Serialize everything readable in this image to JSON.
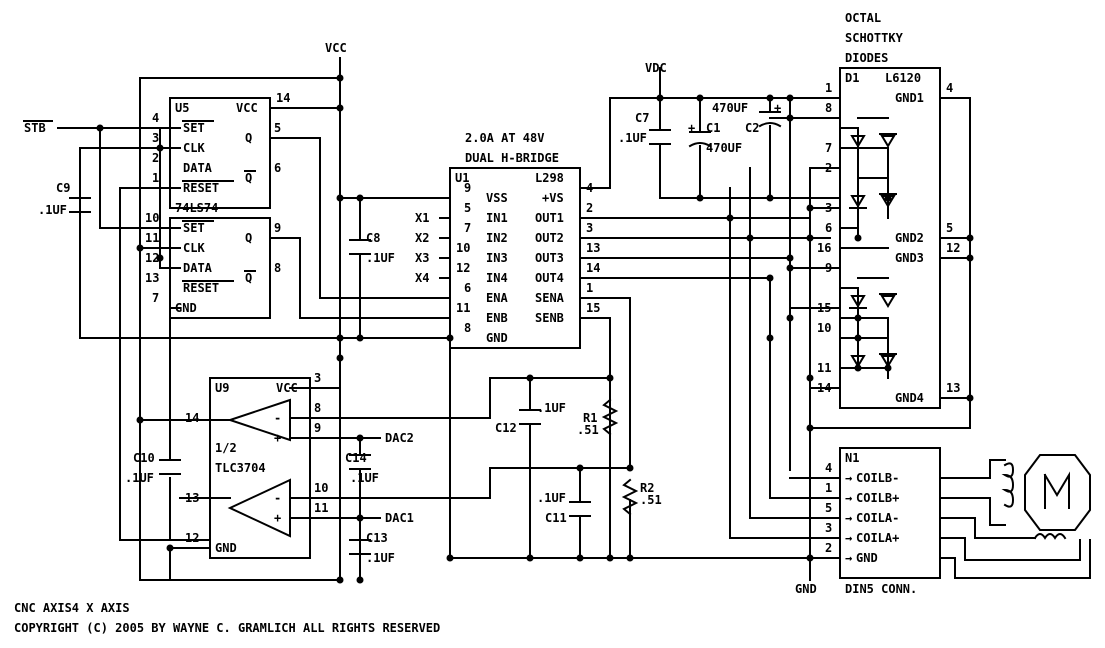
{
  "title": "CNC AXIS4 X AXIS",
  "copyright": "COPYRIGHT (C) 2005 BY WAYNE C. GRAMLICH ALL RIGHTS RESERVED",
  "power": {
    "vcc": "VCC",
    "vdc": "VDC",
    "gnd": "GND"
  },
  "header": {
    "line1": "OCTAL",
    "line2": "SCHOTTKY",
    "line3": "DIODES"
  },
  "signals": {
    "stb": "STB",
    "x1": "X1",
    "x2": "X2",
    "x3": "X3",
    "x4": "X4",
    "dac1": "DAC1",
    "dac2": "DAC2"
  },
  "u5": {
    "ref": "U5",
    "part": "74LS74",
    "vcc": "VCC",
    "gnd": "GND",
    "set": "SET",
    "clk": "CLK",
    "data": "DATA",
    "reset": "RESET",
    "q": "Q",
    "qbar": "Q",
    "pins": [
      "4",
      "3",
      "2",
      "1",
      "5",
      "6",
      "10",
      "11",
      "12",
      "13",
      "9",
      "8",
      "14",
      "7"
    ]
  },
  "u1": {
    "ref": "U1",
    "part": "L298",
    "title1": "2.0A AT 48V",
    "title2": "DUAL H-BRIDGE",
    "left": [
      "VSS",
      "IN1",
      "IN2",
      "IN3",
      "IN4",
      "ENA",
      "ENB",
      "GND"
    ],
    "right": [
      "+VS",
      "OUT1",
      "OUT2",
      "OUT3",
      "OUT4",
      "SENA",
      "SENB"
    ],
    "lpins": [
      "9",
      "5",
      "7",
      "10",
      "12",
      "6",
      "11",
      "8"
    ],
    "rpins": [
      "4",
      "2",
      "3",
      "13",
      "14",
      "1",
      "15"
    ]
  },
  "u9": {
    "ref": "U9",
    "part": "TLC3704",
    "half": "1/2",
    "vcc": "VCC",
    "gnd": "GND",
    "pins": [
      "3",
      "14",
      "8",
      "9",
      "13",
      "10",
      "11",
      "12"
    ]
  },
  "d1": {
    "ref": "D1",
    "part": "L6120",
    "labels": [
      "GND1",
      "GND2",
      "GND3",
      "GND4"
    ],
    "lpins": [
      "1",
      "8",
      "7",
      "2",
      "3",
      "6",
      "16",
      "9",
      "15",
      "10",
      "11",
      "14"
    ],
    "rpins": [
      "4",
      "5",
      "12",
      "13"
    ]
  },
  "n1": {
    "ref": "N1",
    "part": "DIN5 CONN.",
    "pins": [
      "COILB-",
      "COILB+",
      "COILA-",
      "COILA+",
      "GND"
    ],
    "nums": [
      "4",
      "1",
      "5",
      "3",
      "2"
    ]
  },
  "motor": {
    "label": "M"
  },
  "caps": {
    "c1": {
      "ref": "C1",
      "val": "470UF"
    },
    "c2": {
      "ref": "C2",
      "val": "470UF"
    },
    "c7": {
      "ref": "C7",
      "val": ".1UF"
    },
    "c8": {
      "ref": "C8",
      "val": ".1UF"
    },
    "c9": {
      "ref": "C9",
      "val": ".1UF"
    },
    "c10": {
      "ref": "C10",
      "val": ".1UF"
    },
    "c11": {
      "ref": "C11",
      "val": ".1UF"
    },
    "c12": {
      "ref": "C12",
      "val": ".1UF"
    },
    "c13": {
      "ref": "C13",
      "val": ".1UF"
    },
    "c14": {
      "ref": "C14",
      "val": ".1UF"
    }
  },
  "res": {
    "r1": {
      "ref": "R1",
      "val": ".51"
    },
    "r2": {
      "ref": "R2",
      "val": ".51"
    }
  }
}
